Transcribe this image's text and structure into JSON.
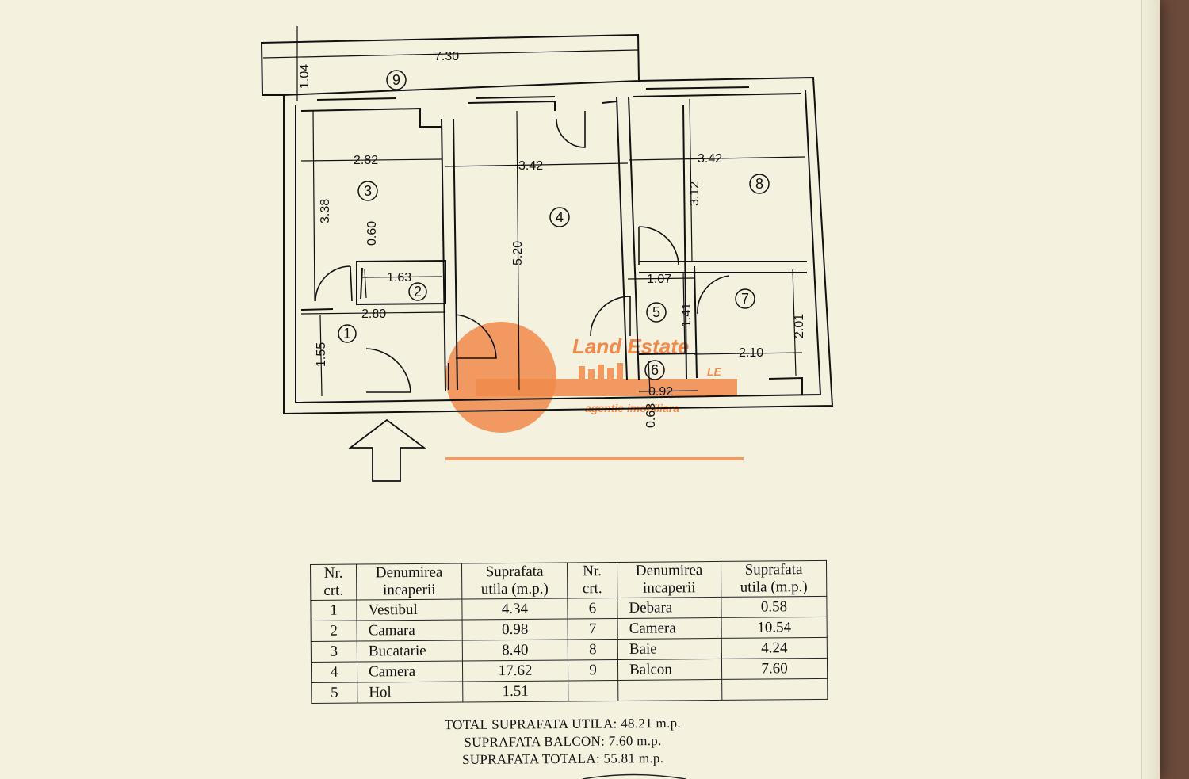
{
  "plan": {
    "dimensions": {
      "total_width": "7.30",
      "balcony_depth": "1.04",
      "kitchen_width": "2.82",
      "kitchen_depth": "3.38",
      "pantry_depth": "0.60",
      "pantry_width": "1.63",
      "hall_width": "2.80",
      "hall_depth": "1.55",
      "room4_width": "3.42",
      "room4_depth": "5.20",
      "room8_width": "3.42",
      "room8_depth": "3.12",
      "corridor_width": "1.07",
      "corridor_depth": "1.41",
      "room7_width": "2.10",
      "room7_depth": "2.01",
      "storage_width": "0.92",
      "storage_depth": "0.63"
    },
    "room_numbers": [
      "1",
      "2",
      "3",
      "4",
      "5",
      "6",
      "7",
      "8",
      "9"
    ]
  },
  "watermark": {
    "brand": "Land Estate",
    "subtitle": "agentie imobiliara",
    "monogram": "LE",
    "color": "#f08a4b"
  },
  "table": {
    "headers": {
      "nr": [
        "Nr.",
        "crt."
      ],
      "name": [
        "Denumirea",
        "incaperii"
      ],
      "area": [
        "Suprafata",
        "utila (m.p.)"
      ]
    },
    "rows": [
      {
        "nr1": "1",
        "name1": "Vestibul",
        "area1": "4.34",
        "nr2": "6",
        "name2": "Debara",
        "area2": "0.58"
      },
      {
        "nr1": "2",
        "name1": "Camara",
        "area1": "0.98",
        "nr2": "7",
        "name2": "Camera",
        "area2": "10.54"
      },
      {
        "nr1": "3",
        "name1": "Bucatarie",
        "area1": "8.40",
        "nr2": "8",
        "name2": "Baie",
        "area2": "4.24"
      },
      {
        "nr1": "4",
        "name1": "Camera",
        "area1": "17.62",
        "nr2": "9",
        "name2": "Balcon",
        "area2": "7.60"
      },
      {
        "nr1": "5",
        "name1": "Hol",
        "area1": "1.51",
        "nr2": "",
        "name2": "",
        "area2": ""
      }
    ]
  },
  "totals": {
    "usable": "TOTAL SUPRAFATA UTILA: 48.21 m.p.",
    "balcony": "SUPRAFATA BALCON: 7.60 m.p.",
    "total": "SUPRAFATA TOTALA: 55.81 m.p."
  }
}
